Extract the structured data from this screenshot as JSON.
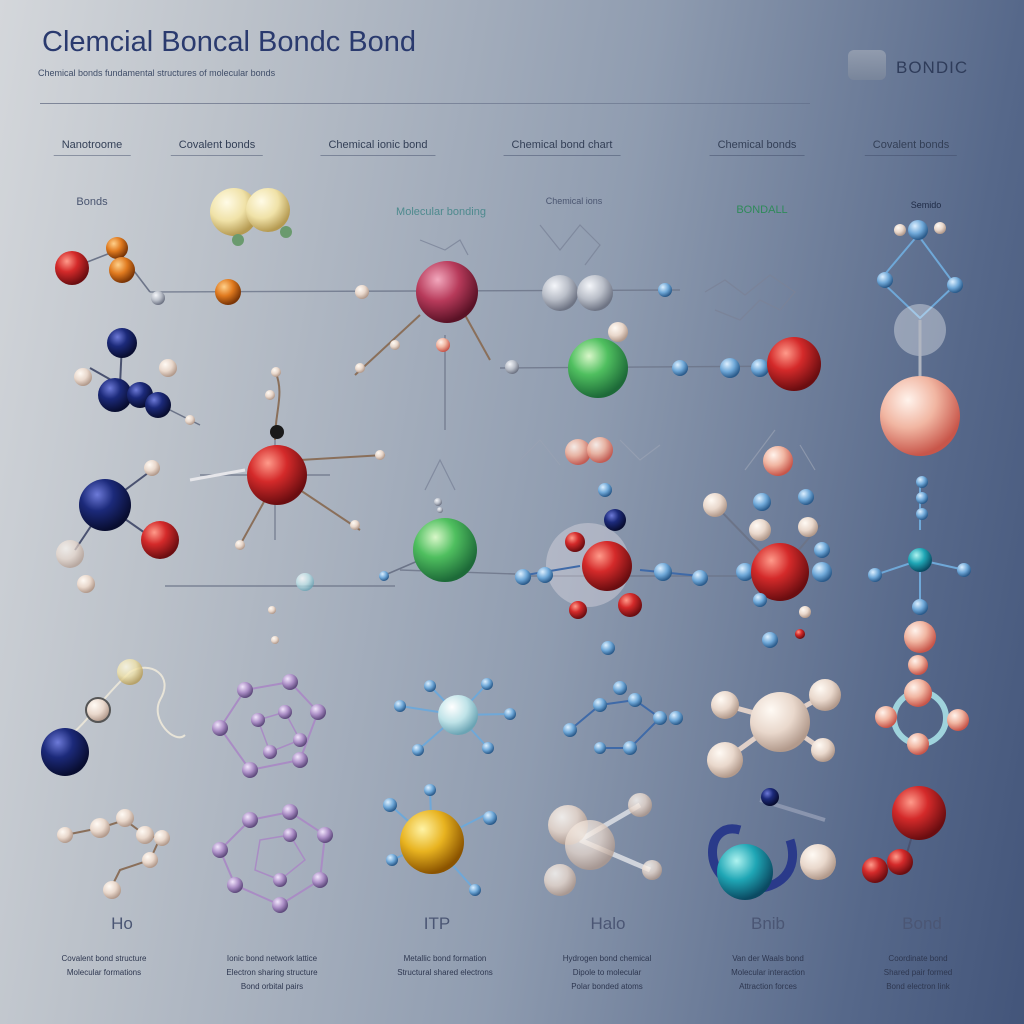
{
  "header": {
    "title": "Clemcial Boncal Bondc Bond",
    "subtitle": "Chemical bonds fundamental structures of molecular bonds",
    "logo_text": "BONDIC"
  },
  "columns": [
    {
      "header": "Nanotroome",
      "sub": "Bonds",
      "bottom": "Ho",
      "caption": [
        "Covalent bond structure",
        "Molecular formations"
      ]
    },
    {
      "header": "Covalent bonds",
      "sub": "",
      "bottom": "",
      "caption": [
        "Ionic bond network lattice",
        "Electron sharing structure",
        "Bond orbital pairs"
      ]
    },
    {
      "header": "Chemical ionic bond",
      "sub": "Molecular bonding",
      "bottom": "ITP",
      "caption": [
        "Metallic bond formation",
        "Structural shared electrons"
      ]
    },
    {
      "header": "Chemical bond chart",
      "sub": "Chemical ions",
      "bottom": "Halo",
      "caption": [
        "Hydrogen bond chemical",
        "Dipole to molecular",
        "Polar bonded atoms"
      ]
    },
    {
      "header": "Chemical bonds",
      "sub": "BONDALL",
      "bottom": "Bnib",
      "caption": [
        "Van der Waals bond",
        "Molecular interaction",
        "Attraction forces"
      ]
    },
    {
      "header": "Covalent bonds",
      "sub": "Semido",
      "bottom": "Bond",
      "caption": [
        "Coordinate bond",
        "Shared pair formed",
        "Bond electron link"
      ]
    }
  ],
  "colors": {
    "red": "#d42a2a",
    "blue": "#1c2a7a",
    "green": "#4fbf5f",
    "gold": "#e8b320",
    "teal": "#1fa6b5",
    "orange": "#e07a1f",
    "lilac": "#a98cc4",
    "pale": "#e9d8cc",
    "wine": "#b73a5a",
    "skyblue": "#6fa8d8",
    "cream": "#f0e2a8",
    "gray": "#b9bec8"
  }
}
